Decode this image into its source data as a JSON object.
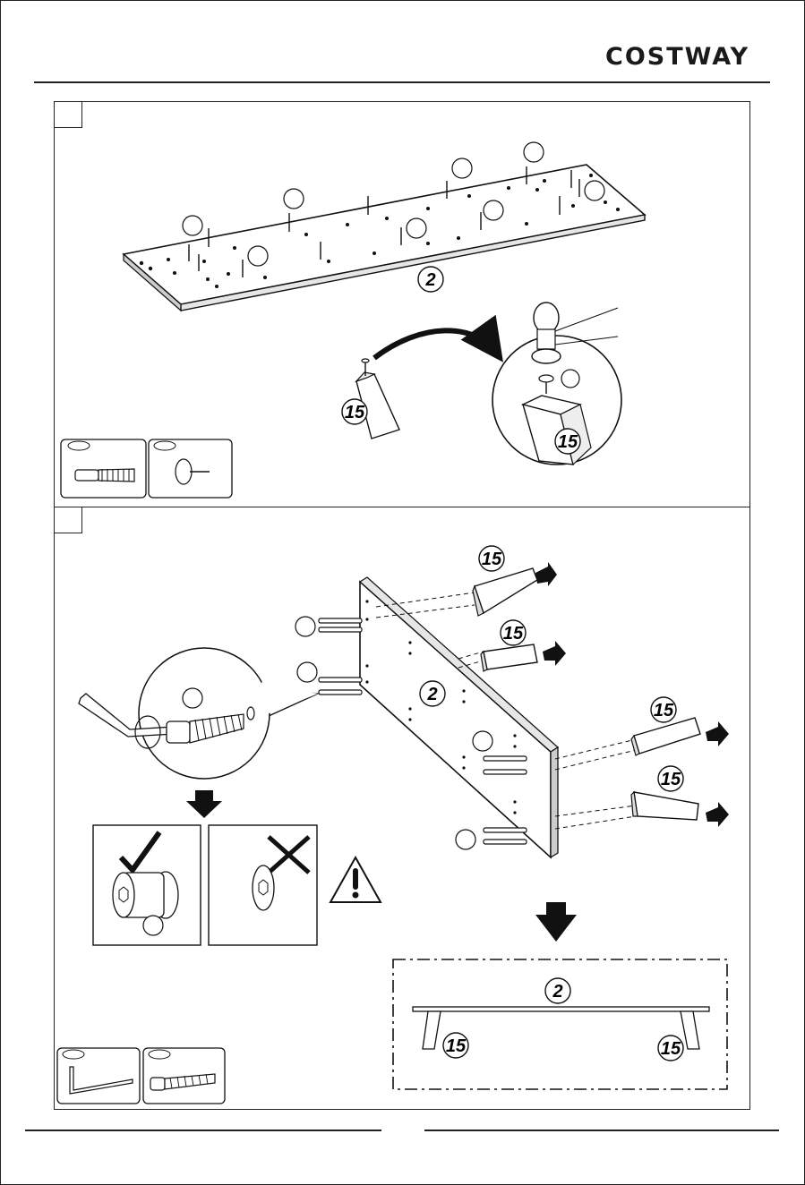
{
  "header": {
    "brand": "COSTWAY"
  },
  "step1": {
    "part_labels": {
      "panel": "2",
      "leg": "15",
      "leg_detail": "15"
    },
    "hardware_box": [
      "cam-dowel-icon",
      "glide-nail-icon"
    ]
  },
  "step2": {
    "part_labels": {
      "panel": "2",
      "leg_a": "15",
      "leg_b": "15",
      "leg_c": "15",
      "leg_d": "15",
      "result_panel": "2",
      "result_leg_left": "15",
      "result_leg_right": "15"
    },
    "hardware_box": [
      "allen-key-icon",
      "cam-bolt-icon"
    ]
  },
  "colors": {
    "ink": "#1a1a1a",
    "paper": "#ffffff"
  }
}
